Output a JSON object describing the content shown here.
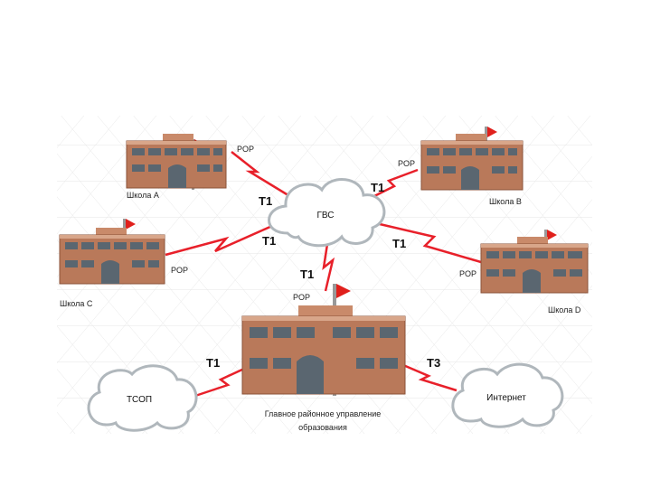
{
  "nodes": {
    "school_a": "Школа А",
    "school_b": "Школа В",
    "school_c": "Школа С",
    "school_d": "Школа D",
    "hq_line1": "Главное районное управление",
    "hq_line2": "образования"
  },
  "clouds": {
    "gvs": "ГВС",
    "tsop": "ТСОП",
    "internet": "Интернет"
  },
  "links": {
    "t1": "Т1",
    "t3": "Т3",
    "pop": "POP"
  },
  "colors": {
    "link": "#e8202a",
    "brick": "#b9795a",
    "cloud_edge": "#b0b7bc",
    "flag": "#e0201c"
  }
}
